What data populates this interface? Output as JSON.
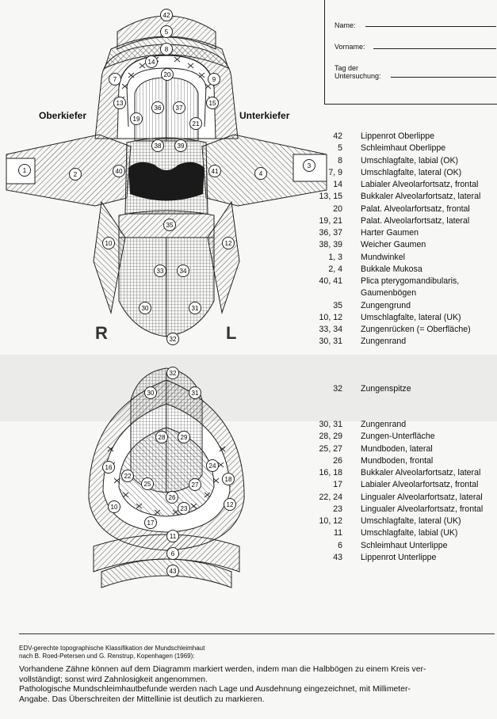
{
  "form": {
    "name_label": "Name:",
    "vorname_label": "Vorname:",
    "tag_label_1": "Tag der",
    "tag_label_2": "Untersuchung:"
  },
  "labels": {
    "oberkiefer": "Oberkiefer",
    "unterkiefer": "Unterkiefer",
    "right": "R",
    "left": "L"
  },
  "upper_legend": [
    {
      "num": "42",
      "term": "Lippenrot Oberlippe"
    },
    {
      "num": "5",
      "term": "Schleimhaut Oberlippe"
    },
    {
      "num": "8",
      "term": "Umschlagfalte, labial (OK)"
    },
    {
      "num": "7, 9",
      "term": "Umschlagfalte, lateral (OK)"
    },
    {
      "num": "14",
      "term": "Labialer Alveolarfortsatz, frontal"
    },
    {
      "num": "13, 15",
      "term": "Bukkaler Alveolarfortsatz, lateral"
    },
    {
      "num": "20",
      "term": "Palat. Alveolarfortsatz, frontal"
    },
    {
      "num": "19, 21",
      "term": "Palat. Alveolarfortsatz, lateral"
    },
    {
      "num": "36, 37",
      "term": "Harter Gaumen"
    },
    {
      "num": "38, 39",
      "term": "Weicher Gaumen"
    },
    {
      "num": "1, 3",
      "term": "Mundwinkel"
    },
    {
      "num": "2, 4",
      "term": "Bukkale Mukosa"
    },
    {
      "num": "40, 41",
      "term": "Plica pterygomandibularis,"
    },
    {
      "num": "",
      "term": "Gaumenbögen"
    },
    {
      "num": "35",
      "term": "Zungengrund"
    },
    {
      "num": "10, 12",
      "term": "Umschlagfalte, lateral (UK)"
    },
    {
      "num": "33, 34",
      "term": "Zungenrücken (= Oberfläche)"
    },
    {
      "num": "30, 31",
      "term": "Zungenrand"
    }
  ],
  "tip_legend": {
    "num": "32",
    "term": "Zungenspitze"
  },
  "lower_legend": [
    {
      "num": "30, 31",
      "term": "Zungenrand"
    },
    {
      "num": "28, 29",
      "term": "Zungen-Unterfläche"
    },
    {
      "num": "25, 27",
      "term": "Mundboden, lateral"
    },
    {
      "num": "26",
      "term": "Mundboden, frontal"
    },
    {
      "num": "16, 18",
      "term": "Bukkaler Alveolarfortsatz, lateral"
    },
    {
      "num": "17",
      "term": "Labialer Alveolarfortsatz, frontal"
    },
    {
      "num": "22, 24",
      "term": "Lingualer Alveolarfortsatz, lateral"
    },
    {
      "num": "23",
      "term": "Lingualer Alveolarfortsatz, frontal"
    },
    {
      "num": "10, 12",
      "term": "Umschlagfalte, lateral (UK)"
    },
    {
      "num": "11",
      "term": "Umschlagfalte, labial (UK)"
    },
    {
      "num": "6",
      "term": "Schleimhaut Unterlippe"
    },
    {
      "num": "43",
      "term": "Lippenrot Unterlippe"
    }
  ],
  "footer": {
    "ref_line_1": "EDV-gerechte topographische Klassifikation der Mundschleimhaut",
    "ref_line_2": "nach B. Roed-Petersen und G. Renstrup, Kopenhagen (1969):",
    "note_1": "Vorhandene Zähne können auf dem Diagramm markiert werden, indem man die Halbbögen zu einem Kreis ver-",
    "note_2": "vollständigt; sonst wird Zahnlosigkeit angenommen.",
    "note_3": "Pathologische Mundschleimhautbefunde werden nach Lage und Ausdehnung eingezeichnet, mit Millimeter-",
    "note_4": "Angabe. Das Überschreiten der Mittellinie ist deutlich zu markieren."
  },
  "diagram_numbers_upper": [
    "42",
    "5",
    "8",
    "14",
    "20",
    "7",
    "9",
    "13",
    "15",
    "36",
    "37",
    "19",
    "21",
    "1",
    "2",
    "38",
    "39",
    "40",
    "41",
    "4",
    "3",
    "35",
    "10",
    "12",
    "33",
    "34",
    "30",
    "31",
    "32"
  ],
  "diagram_numbers_lower": [
    "32",
    "30",
    "31",
    "28",
    "29",
    "16",
    "22",
    "24",
    "18",
    "25",
    "26",
    "27",
    "10",
    "12",
    "23",
    "17",
    "11",
    "6",
    "43"
  ]
}
